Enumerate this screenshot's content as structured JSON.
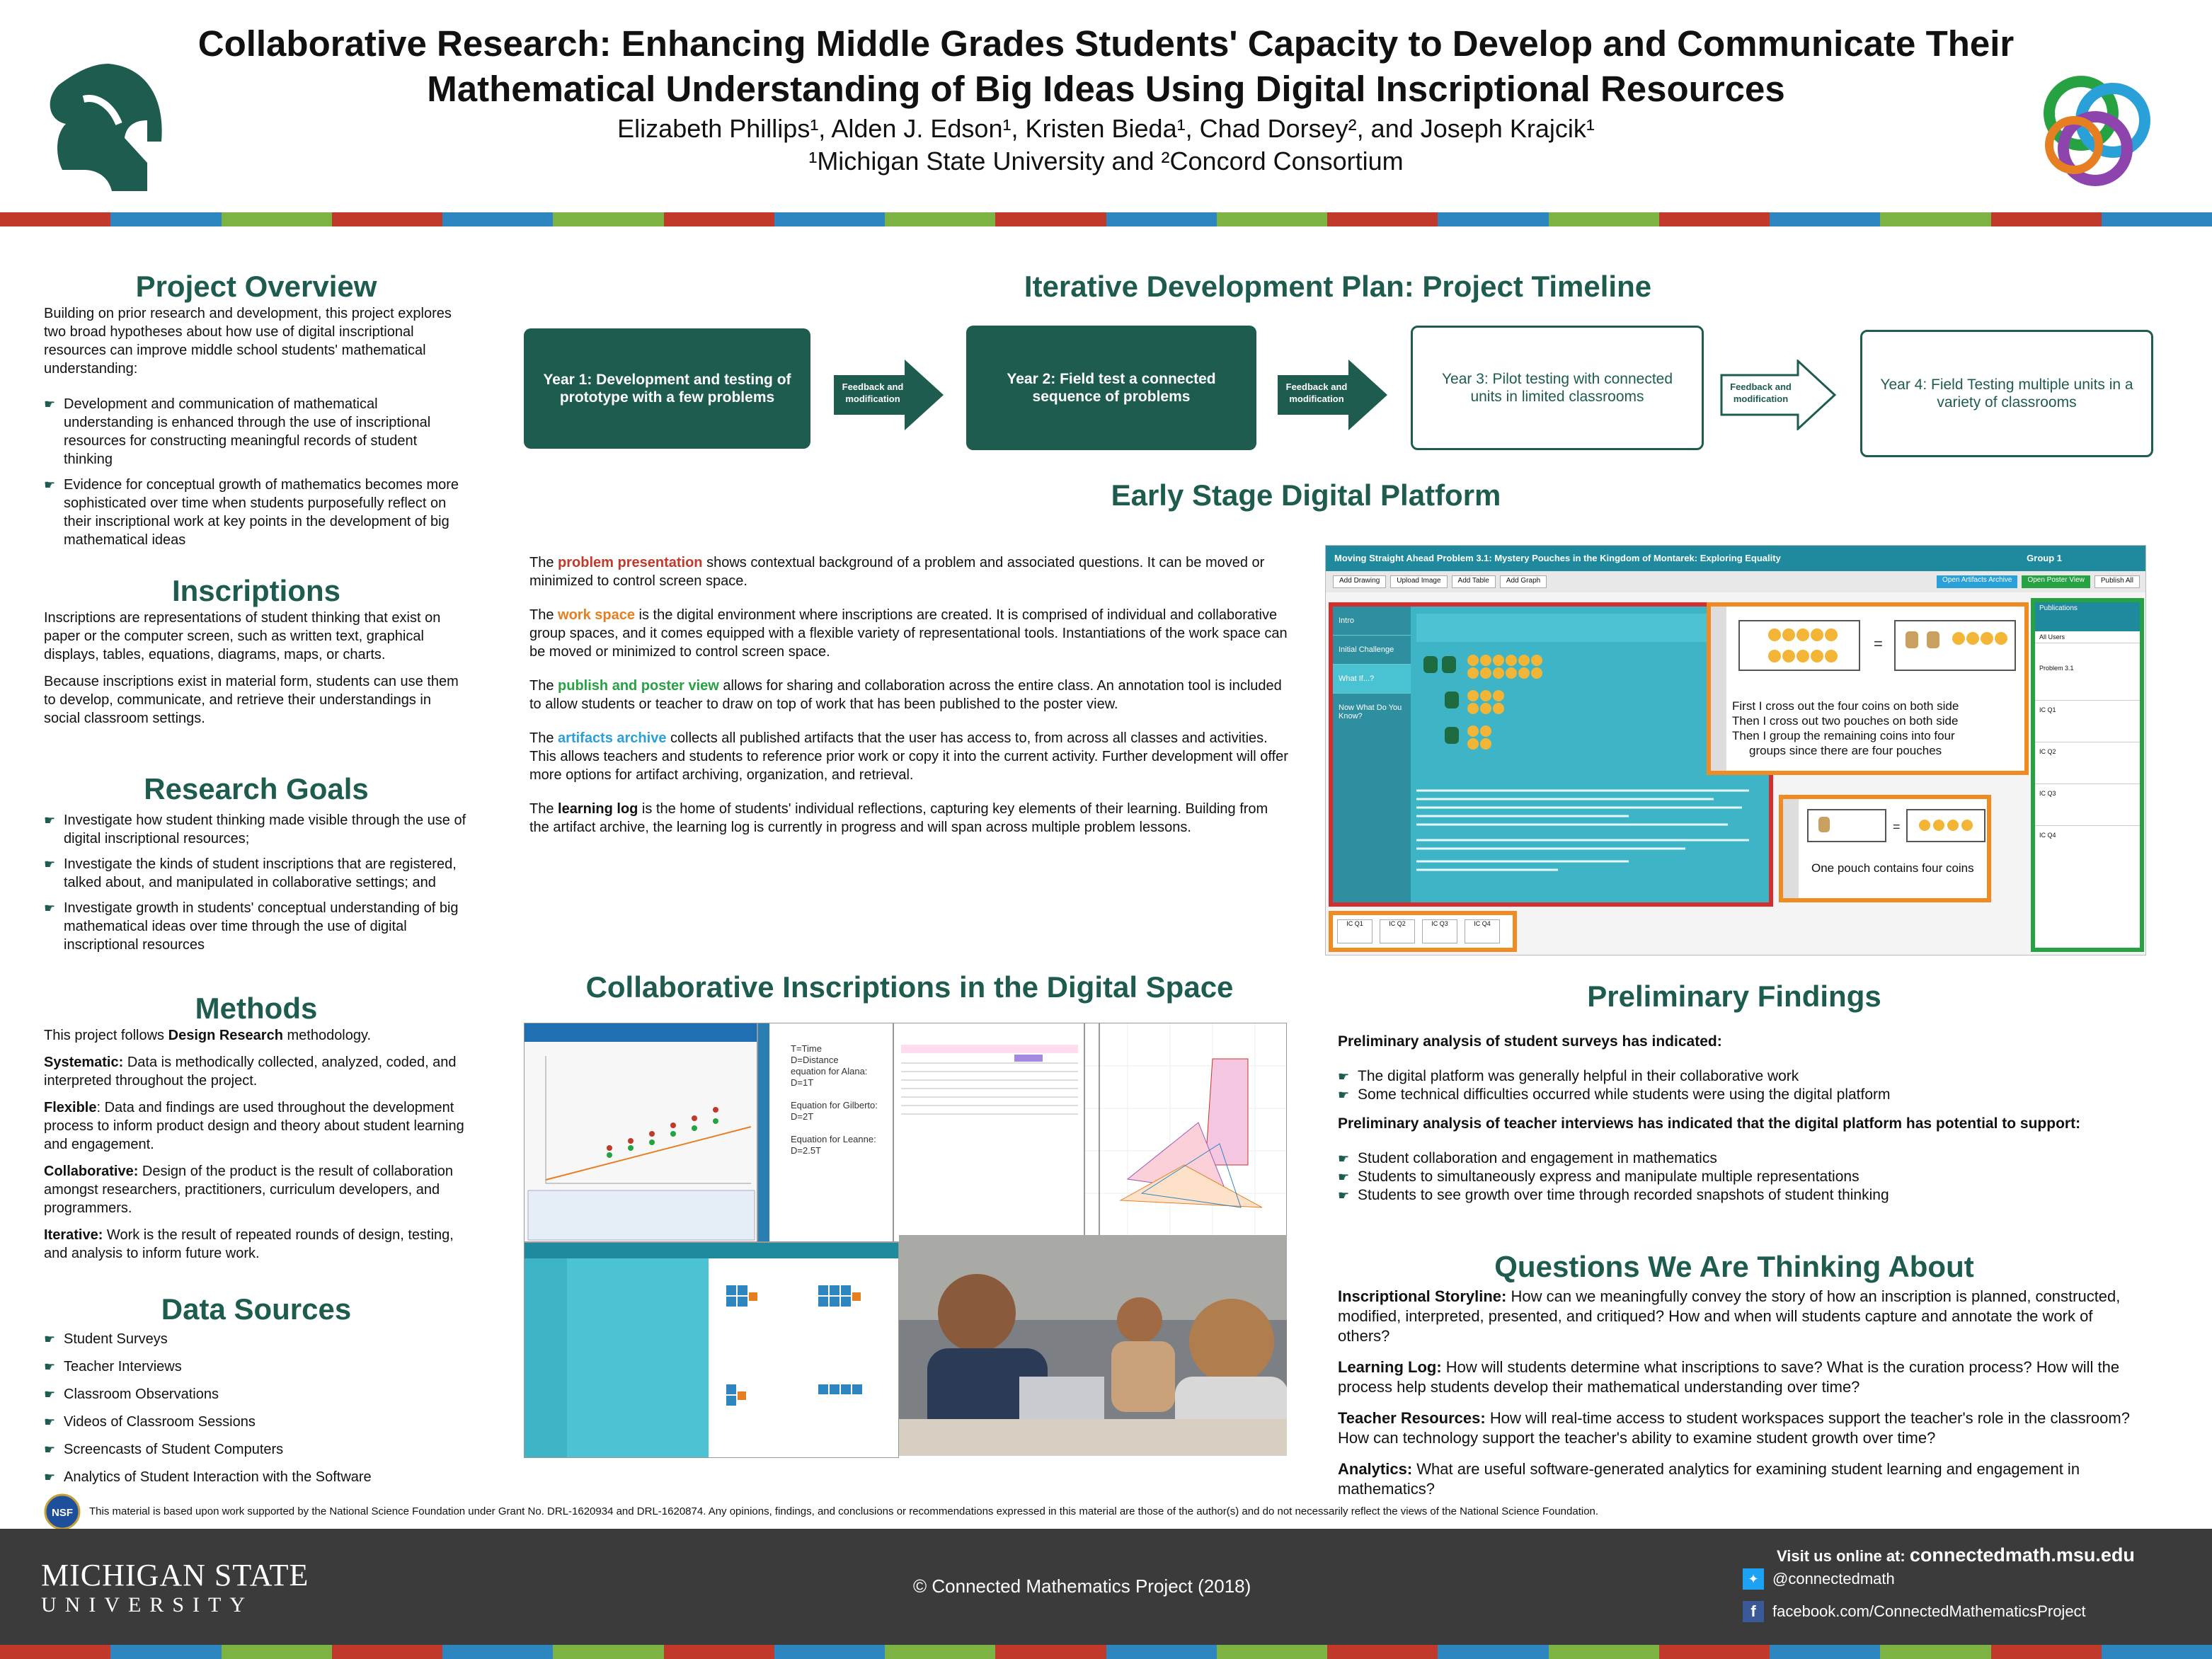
{
  "header": {
    "title_line1": "Collaborative Research: Enhancing Middle Grades Students' Capacity to Develop and Communicate Their",
    "title_line2": "Mathematical Understanding of Big Ideas Using Digital Inscriptional Resources",
    "authors": "Elizabeth Phillips¹, Alden J. Edson¹, Kristen Bieda¹, Chad Dorsey², and Joseph Krajcik¹",
    "affiliations": "¹Michigan State University and ²Concord Consortium"
  },
  "overview": {
    "heading": "Project Overview",
    "intro": "Building on prior research and development, this project explores two broad hypotheses about how use of digital inscriptional resources can improve middle school students' mathematical understanding:",
    "bullets": [
      "Development and communication of mathematical understanding is enhanced through the use of inscriptional resources for constructing meaningful records of student thinking",
      "Evidence for conceptual growth of mathematics becomes more sophisticated over time when students purposefully reflect on their inscriptional work at key points in the development of big mathematical ideas"
    ]
  },
  "inscriptions": {
    "heading": "Inscriptions",
    "p1": "Inscriptions are representations of student thinking that exist on paper or the computer screen, such as written text, graphical displays, tables, equations, diagrams, maps, or charts.",
    "p2": "Because inscriptions exist in material form, students can use them to develop, communicate, and retrieve their understandings in social classroom settings."
  },
  "goals": {
    "heading": "Research Goals",
    "bullets": [
      "Investigate how student thinking made visible through the use of digital inscriptional resources;",
      "Investigate the kinds of student inscriptions that are registered, talked about, and manipulated in collaborative settings; and",
      "Investigate growth in students' conceptual understanding of big mathematical ideas over time through the use of digital inscriptional resources"
    ]
  },
  "methods": {
    "heading": "Methods",
    "intro_pre": "This project follows ",
    "intro_bold": "Design Research",
    "intro_post": " methodology.",
    "items": [
      {
        "term": "Systematic:",
        "text": " Data is methodically collected, analyzed, coded, and interpreted throughout the project."
      },
      {
        "term": "Flexible",
        "text": ": Data and findings are used throughout the development process to inform product design and theory about student learning and engagement."
      },
      {
        "term": "Collaborative:",
        "text": " Design of the product is the result of collaboration amongst researchers, practitioners, curriculum developers, and programmers."
      },
      {
        "term": "Iterative:",
        "text": " Work is the result of repeated rounds of design, testing, and analysis to inform future work."
      }
    ]
  },
  "sources": {
    "heading": "Data Sources",
    "bullets": [
      "Student Surveys",
      "Teacher Interviews",
      "Classroom Observations",
      "Videos of Classroom Sessions",
      "Screencasts of Student Computers",
      "Analytics of Student Interaction with the Software"
    ]
  },
  "timeline": {
    "heading": "Iterative Development Plan: Project Timeline",
    "year1": "Year 1: Development and testing of prototype with a few problems",
    "year2": "Year 2: Field test a connected sequence of problems",
    "year3": "Year 3: Pilot testing with connected units in limited classrooms",
    "year4": "Year 4: Field Testing multiple units in a variety of classrooms",
    "arrow_label_line1": "Feedback and",
    "arrow_label_line2": "modification"
  },
  "platform": {
    "heading": "Early Stage Digital Platform",
    "p1_key": "problem presentation",
    "p1_pre": "The ",
    "p1_post": " shows contextual background of a problem and associated questions. It can be moved or minimized to control screen space.",
    "p2_key": "work space",
    "p2_pre": "The ",
    "p2_post": " is the digital environment where inscriptions are created.  It is comprised of individual and collaborative group spaces, and it comes equipped with a flexible variety of representational tools. Instantiations of the work space can be moved or minimized to control screen space.",
    "p3_key": "publish and poster view",
    "p3_pre": "The ",
    "p3_post": " allows for sharing and collaboration across the entire class. An annotation tool is included to allow students or teacher to draw on top of work that has been published to the poster view.",
    "p4_key": "artifacts archive",
    "p4_pre": "The ",
    "p4_post": " collects all published artifacts that the user has access to, from across all classes and activities. This allows teachers and students to reference prior work or copy it into the current activity. Further development will offer more options for artifact archiving, organization, and retrieval.",
    "p5_key": "learning log",
    "p5_pre": "The ",
    "p5_post": " is the home of students' individual reflections, capturing key elements of their learning. Building from the artifact archive, the learning log is currently in progress and will span across multiple problem lessons.",
    "colors": {
      "problem": "#c0392b",
      "workspace": "#e67e22",
      "publish": "#27a243",
      "artifacts": "#2aa0d8"
    },
    "screenshot": {
      "title": "Moving Straight Ahead Problem 3.1: Mystery Pouches in the Kingdom of Montarek: Exploring Equality",
      "group": "Group 1",
      "buttons": [
        "Add Drawing",
        "Upload Image",
        "Add Table",
        "Add Graph"
      ],
      "right_buttons": [
        "Open Artifacts Archive",
        "Open Poster View",
        "Publish All"
      ],
      "tabs": [
        "Intro",
        "Initial Challenge",
        "What If...?",
        "Now What Do You Know?"
      ],
      "annotation1_l1": "First I cross out the four coins on both side",
      "annotation1_l2": "Then I cross out two pouches on both side",
      "annotation1_l3": "Then I group the remaining coins into four",
      "annotation1_l4": "groups since there are four pouches",
      "annotation2": "One pouch contains four coins",
      "thumbs": [
        "IC Q1",
        "IC Q2",
        "IC Q3",
        "IC Q4"
      ],
      "panel_title": "Publications",
      "panel_filter": "All Users",
      "panel_items": [
        "Problem 3.1",
        "IC Q1",
        "IC Q2",
        "IC Q3",
        "IC Q4"
      ]
    }
  },
  "collab": {
    "heading": "Collaborative Inscriptions in the Digital Space",
    "eq_text": [
      "T=Time",
      "D=Distance",
      "equation for Alana:",
      "D=1T",
      "",
      "Equation for Gilberto:",
      "D=2T",
      "",
      "Equation for Leanne:",
      "D=2.5T"
    ]
  },
  "findings": {
    "heading": "Preliminary Findings",
    "s1": "Preliminary analysis of student surveys has indicated:",
    "s1_bullets": [
      "The digital platform was generally helpful in their collaborative work",
      "Some technical difficulties occurred while students were using the digital platform"
    ],
    "s2": "Preliminary analysis of teacher interviews has indicated that the digital platform has potential to support:",
    "s2_bullets": [
      "Student collaboration and engagement in mathematics",
      "Students to simultaneously express and manipulate multiple representations",
      "Students to see growth over time through recorded snapshots of student thinking"
    ]
  },
  "questions": {
    "heading": "Questions We Are Thinking About",
    "items": [
      {
        "term": "Inscriptional Storyline:",
        "text": " How can we meaningfully convey the story of how an inscription is planned, constructed, modified, interpreted, presented, and critiqued? How and when will students capture and annotate the work of others?"
      },
      {
        "term": "Learning Log:",
        "text": " How will students determine what inscriptions to save?  What is the curation process? How will the process help students develop their mathematical understanding over time?"
      },
      {
        "term": "Teacher Resources:",
        "text": " How will real-time access to student workspaces support the teacher's role in the classroom? How can technology support the teacher's ability to examine student growth over time?"
      },
      {
        "term": "Analytics:",
        "text": " What are useful software-generated analytics for examining student learning and engagement in mathematics?"
      }
    ]
  },
  "nsf": {
    "logo_text": "NSF",
    "text": "This material is based upon work supported by the National Science Foundation under Grant No. DRL-1620934 and DRL-1620874. Any opinions, findings, and conclusions or recommendations expressed in this material are those of the author(s) and do not necessarily reflect the views of the National Science Foundation."
  },
  "footer": {
    "msu_line1": "MICHIGAN STATE",
    "msu_line2": "UNIVERSITY",
    "copyright": "© Connected Mathematics Project (2018)",
    "visit_pre": "Visit us online at: ",
    "visit_url": "connectedmath.msu.edu",
    "twitter": "@connectedmath",
    "facebook": "facebook.com/ConnectedMathematicsProject"
  },
  "stripe_colors": [
    "#c0392b",
    "#2e86c1",
    "#7cb342",
    "#c0392b",
    "#2e86c1",
    "#7cb342",
    "#c0392b",
    "#2e86c1",
    "#7cb342",
    "#c0392b",
    "#2e86c1",
    "#7cb342",
    "#c0392b",
    "#2e86c1",
    "#7cb342",
    "#c0392b",
    "#2e86c1",
    "#7cb342",
    "#c0392b",
    "#2e86c1"
  ]
}
